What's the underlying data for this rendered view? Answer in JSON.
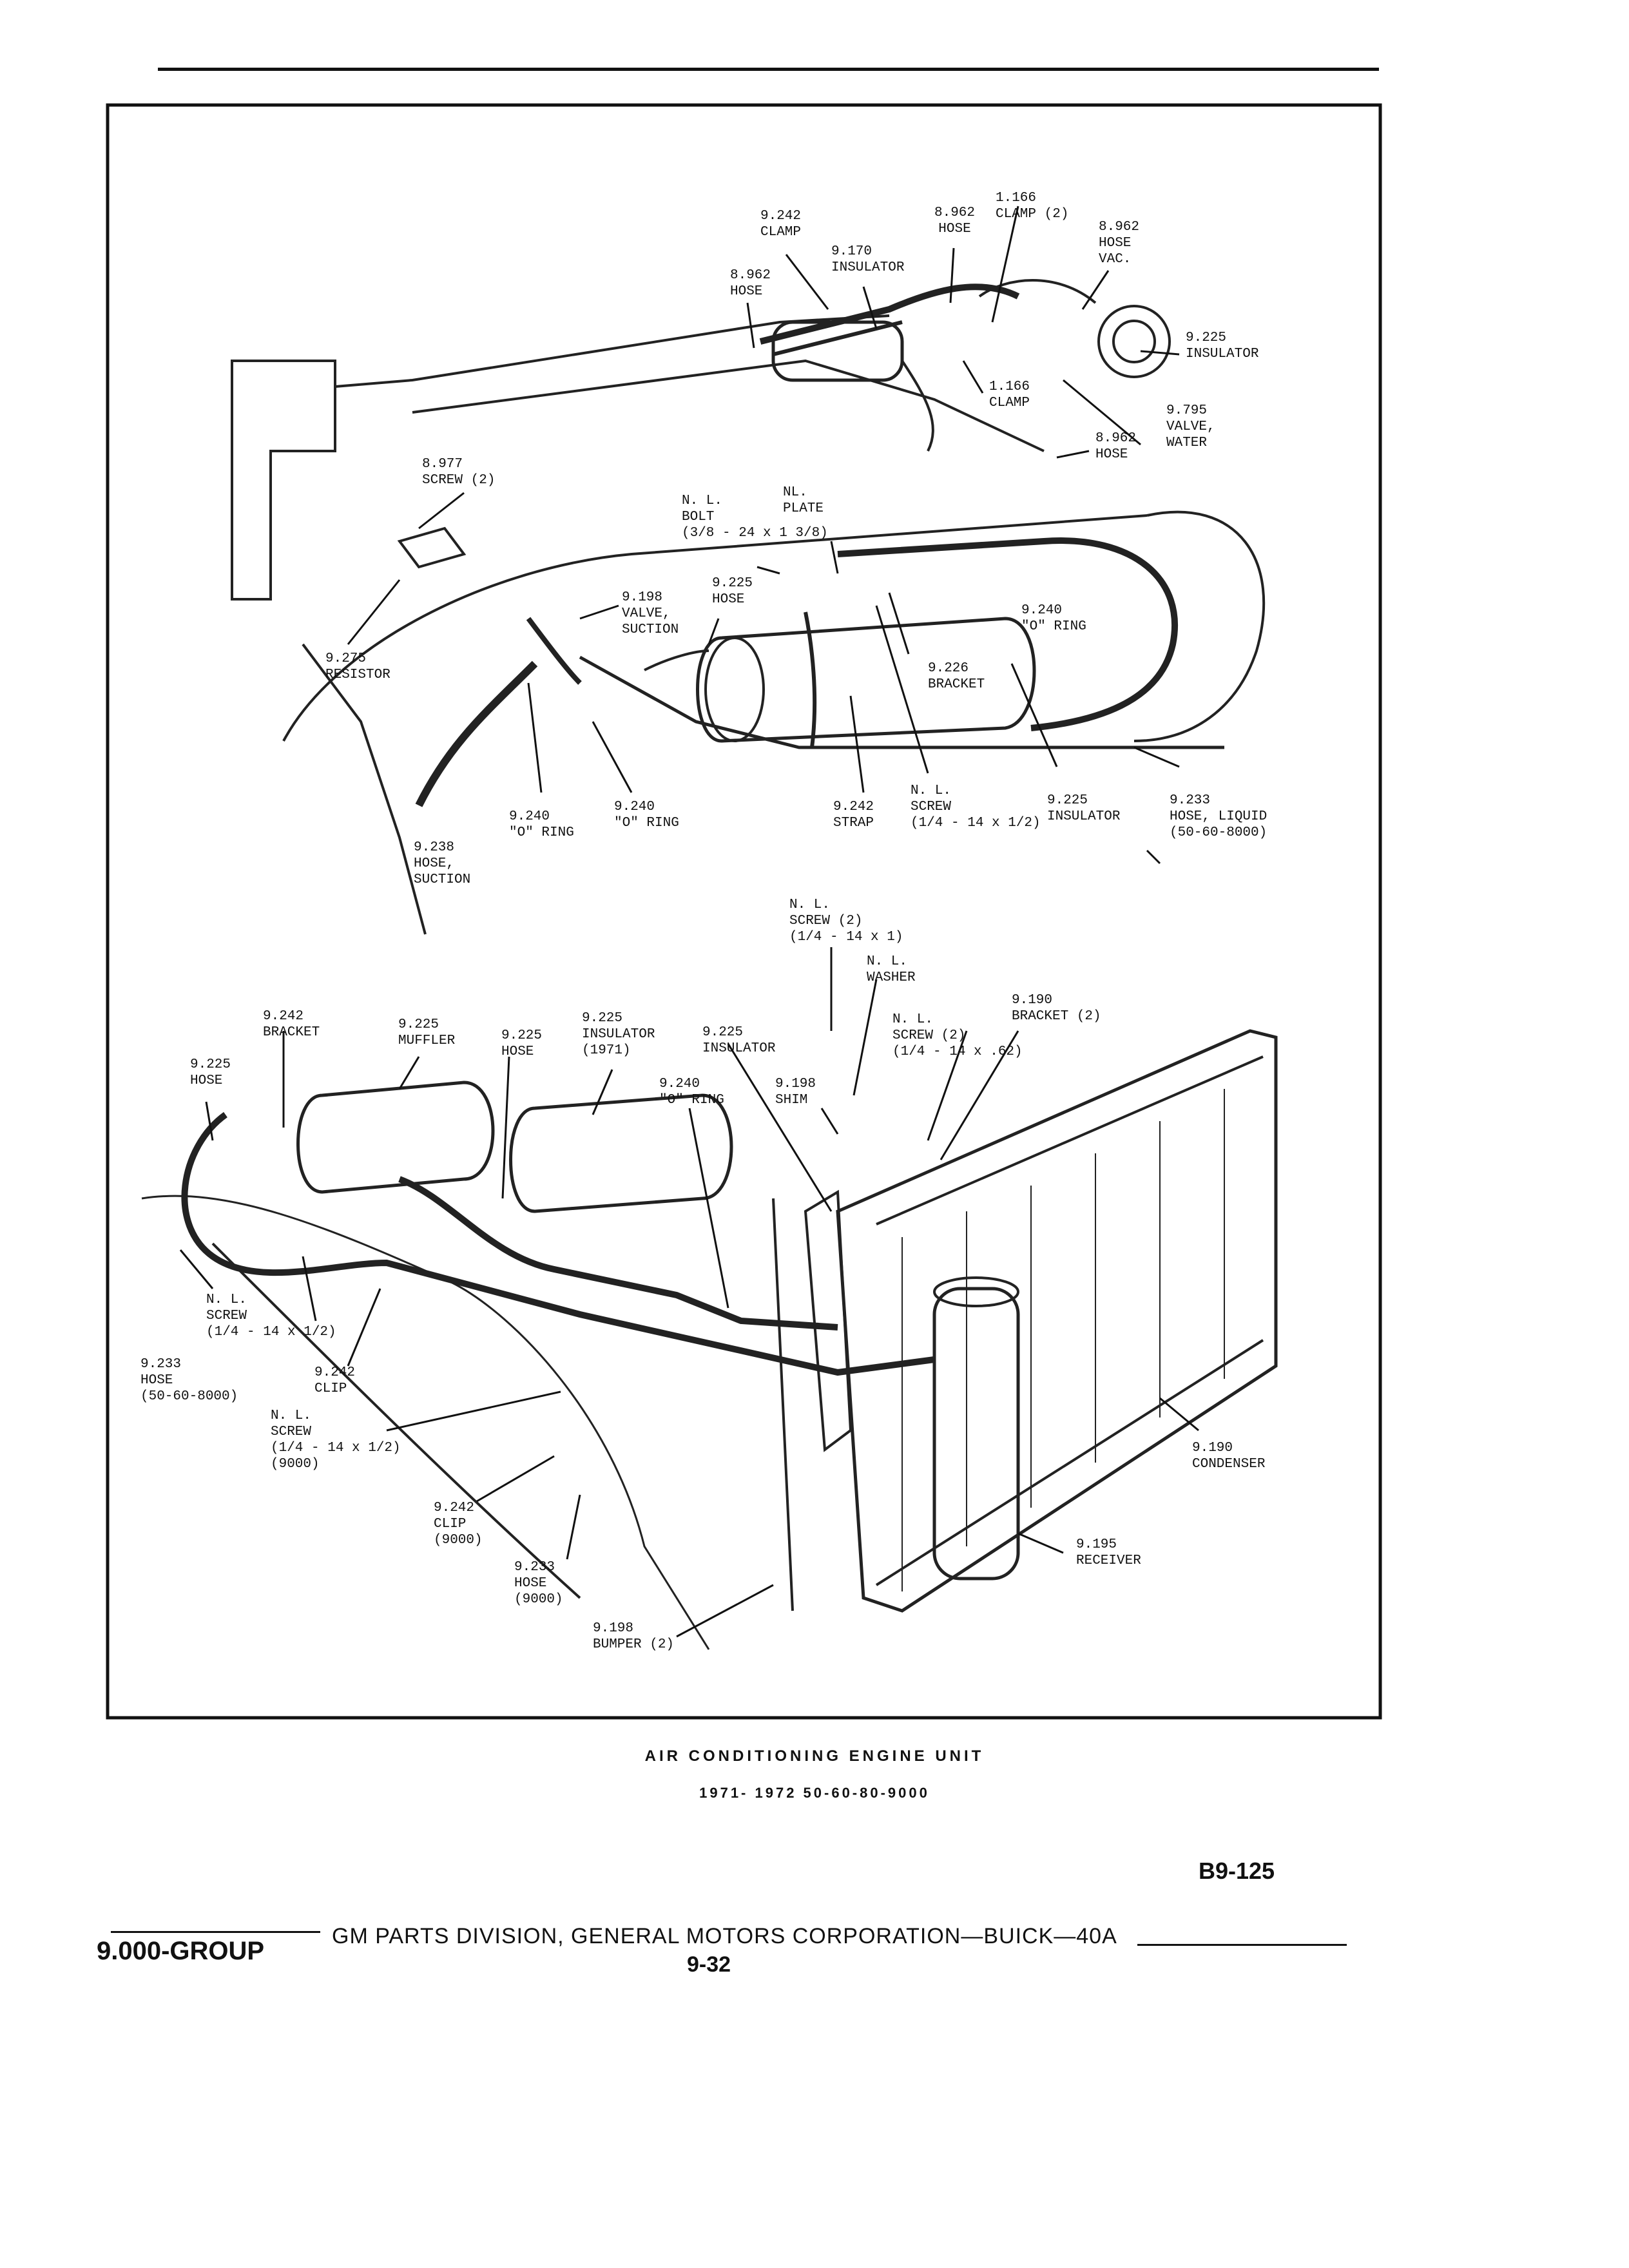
{
  "upper_callouts": {
    "clamp_9242": "9.242\nCLAMP",
    "hose_8962_top": "8.962\nHOSE",
    "clamp_1166_top": "1.166\nCLAMP (2)",
    "hose_vac": "8.962\nHOSE\nVAC.",
    "insulator_9170": "9.170\nINSULATOR",
    "hose_8962_left": "8.962\nHOSE",
    "insulator_9225": "9.225\nINSULATOR",
    "clamp_1166": "1.166\nCLAMP",
    "valve_water": "9.795\nVALVE,\nWATER",
    "hose_8962_right": "8.962\nHOSE",
    "screw_8977": "8.977\nSCREW (2)",
    "nl_bolt": "N. L.\nBOLT\n(3/8 - 24 x 1 3/8)",
    "nl_plate": "NL.\nPLATE",
    "valve_suction": "9.198\nVALVE,\nSUCTION",
    "hose_9225": "9.225\nHOSE",
    "o_ring_9240_right": "9.240\n\"O\" RING",
    "bracket_9226": "9.226\nBRACKET",
    "resistor_9275": "9.275\nRESISTOR",
    "o_ring_left": "9.240\n\"O\" RING",
    "o_ring_mid": "9.240\n\"O\" RING",
    "strap_9242": "9.242\nSTRAP",
    "nl_screw_upper": "N. L.\nSCREW\n(1/4 - 14 x 1/2)",
    "insulator_lower": "9.225\nINSULATOR",
    "hose_liquid": "9.233\nHOSE, LIQUID\n(50-60-8000)",
    "hose_suction": "9.238\nHOSE,\nSUCTION"
  },
  "lower_callouts": {
    "nl_screw_2": "N. L.\nSCREW (2)\n(1/4 - 14 x 1)",
    "nl_washer": "N. L.\nWASHER",
    "bracket_9190": "9.190\nBRACKET (2)",
    "nl_screw_62": "N. L.\nSCREW (2)\n(1/4 - 14 x .62)",
    "bracket_9242": "9.242\nBRACKET",
    "muffler": "9.225\nMUFFLER",
    "hose_9225_mid": "9.225\nHOSE",
    "insulator_1971": "9.225\nINSULATOR\n(1971)",
    "insulator_9225": "9.225\nINSULATOR",
    "hose_9225_left": "9.225\nHOSE",
    "o_ring": "9.240\n\"O\" RING",
    "shim": "9.198\nSHIM",
    "nl_screw_left": "N. L.\nSCREW\n(1/4 - 14 x 1/2)",
    "hose_9233": "9.233\nHOSE\n(50-60-8000)",
    "clip_9242": "9.242\nCLIP",
    "nl_screw_9000": "N. L.\nSCREW\n(1/4 - 14 x 1/2)\n(9000)",
    "condenser": "9.190\nCONDENSER",
    "clip_9000": "9.242\nCLIP\n(9000)",
    "hose_9000": "9.233\nHOSE\n(9000)",
    "receiver": "9.195\nRECEIVER",
    "bumper": "9.198\nBUMPER (2)"
  },
  "caption": {
    "title": "AIR CONDITIONING ENGINE UNIT",
    "subtitle": "1971- 1972 50-60-80-9000"
  },
  "figure_id": "B9-125",
  "footer": {
    "group": "9.000-GROUP",
    "publisher": "GM PARTS DIVISION, GENERAL MOTORS CORPORATION—BUICK—40A",
    "page": "9-32"
  }
}
